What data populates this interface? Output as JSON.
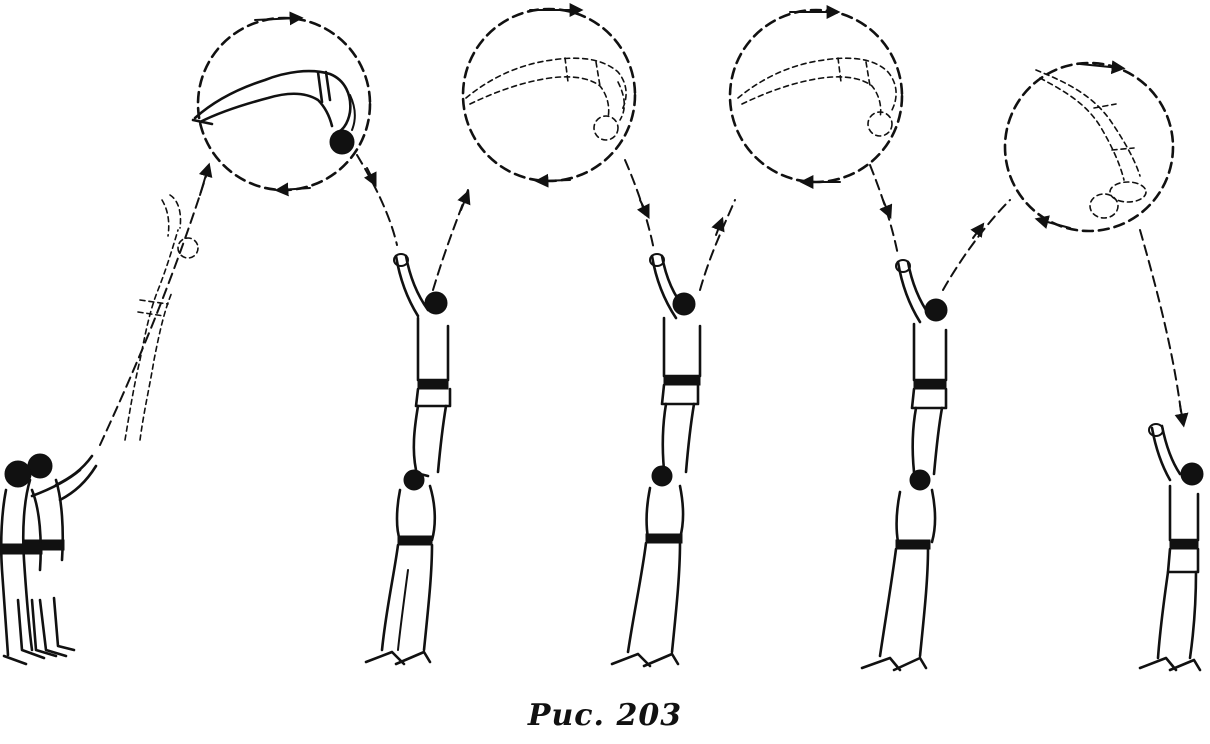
{
  "figure": {
    "caption": "Рис. 203",
    "stages": [
      {
        "id": "stage-1",
        "description_icon": "two-bases-throw-icon"
      },
      {
        "id": "stage-2",
        "description_icon": "catch-column-icon"
      },
      {
        "id": "stage-3",
        "description_icon": "catch-column-icon"
      },
      {
        "id": "stage-4",
        "description_icon": "catch-column-icon"
      },
      {
        "id": "stage-5",
        "description_icon": "single-catcher-icon"
      }
    ],
    "colors": {
      "ink": "#111111",
      "paper": "#ffffff"
    }
  }
}
